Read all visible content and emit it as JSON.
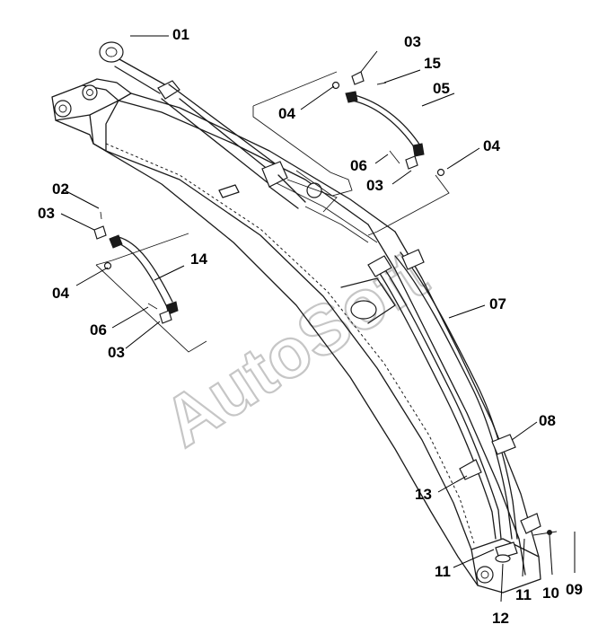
{
  "labels": {
    "p01": "01",
    "p02": "02",
    "p03a": "03",
    "p03b": "03",
    "p03c": "03",
    "p03d": "03",
    "p04a": "04",
    "p04b": "04",
    "p04c": "04",
    "p05": "05",
    "p06a": "06",
    "p06b": "06",
    "p07": "07",
    "p08": "08",
    "p09": "09",
    "p10": "10",
    "p11a": "11",
    "p11b": "11",
    "p12": "12",
    "p13": "13",
    "p14": "14",
    "p15": "15"
  },
  "watermark": "AutoSoft",
  "colors": {
    "line": "#1a1a1a",
    "background": "#ffffff",
    "watermark_stroke": "#bdbdbd"
  }
}
